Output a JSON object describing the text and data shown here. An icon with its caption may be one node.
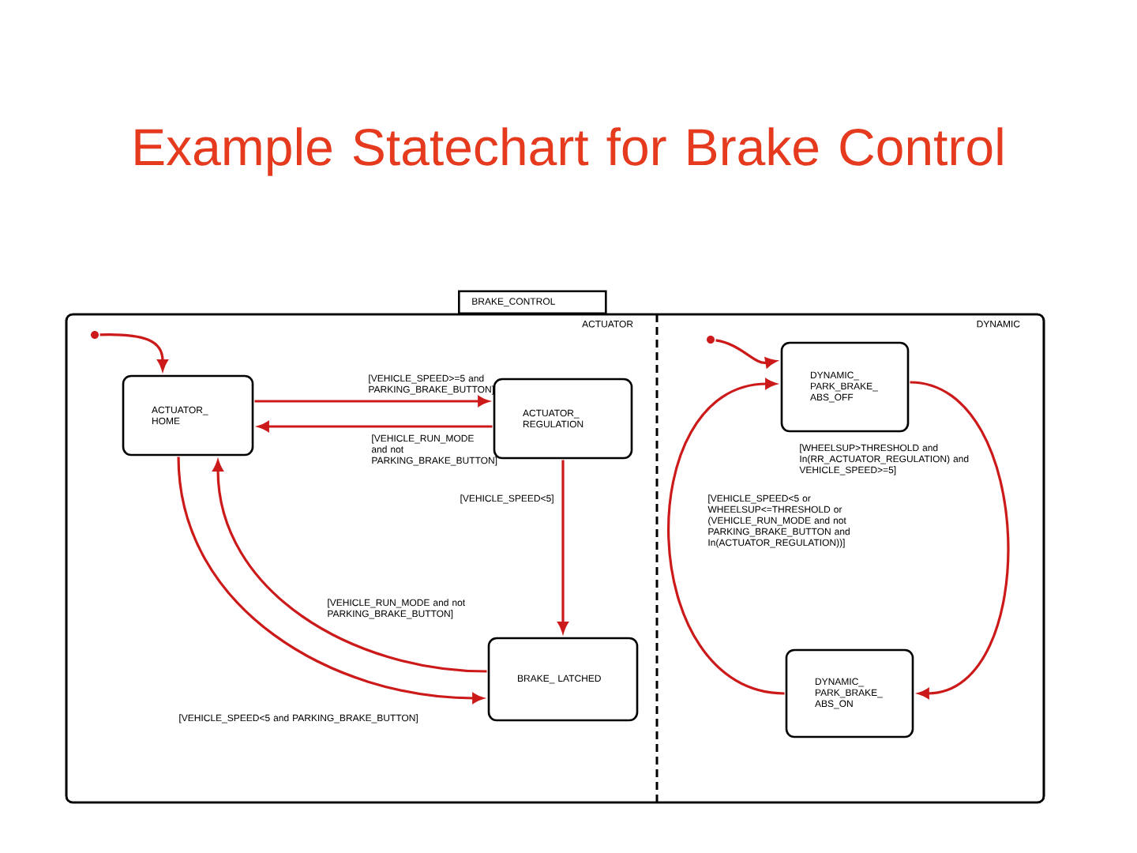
{
  "diagram": {
    "title": "Example Statechart for Brake Control",
    "nodes": [
      {
        "text": [
          "BRAKE_CONTROL"
        ]
      },
      {
        "text": [
          "ACTUATOR"
        ],
        "in": 0
      },
      {
        "text": [
          "DYNAMIC"
        ],
        "in": 0
      },
      {
        "text": [
          "ACTUATOR_ HOME"
        ],
        "in": 1
      },
      {
        "text": [
          "ACTUATOR_ REGULATION"
        ],
        "in": 1
      },
      {
        "text": [
          "BRAKE_ LATCHED"
        ],
        "in": 1
      },
      {
        "text": [
          "DYNAMIC_ PARK_BRAKE_ ABS_OFF"
        ],
        "in": 2
      },
      {
        "text": [
          "DYNAMIC_ PARK_BRAKE_ ABS_ON"
        ],
        "in": 2
      },
      {
        "text": [],
        "shape": "circle",
        "in": 1
      },
      {
        "text": [],
        "shape": "circle",
        "in": 2
      }
    ],
    "edges": [
      {
        "from": 8,
        "to": 3,
        "arrow": "to"
      },
      {
        "from": 9,
        "to": 6,
        "arrow": "to"
      },
      {
        "from": 3,
        "to": 4,
        "arrow": "to",
        "label": "[VEHICLE_SPEED>=5 and PARKING_BRAKE_BUTTON]"
      },
      {
        "from": 4,
        "to": 3,
        "arrow": "to",
        "label": "[VEHICLE_RUN_MODE and not PARKING_BRAKE_BUTTON]"
      },
      {
        "from": 4,
        "to": 5,
        "arrow": "to",
        "label": "[VEHICLE_SPEED<5]"
      },
      {
        "from": 5,
        "to": 3,
        "arrow": "to",
        "label": "[VEHICLE_RUN_MODE and not PARKING_BRAKE_BUTTON]"
      },
      {
        "from": 3,
        "to": 5,
        "arrow": "to",
        "label": "[VEHICLE_SPEED<5 and PARKING_BRAKE_BUTTON]"
      },
      {
        "from": 6,
        "to": 7,
        "arrow": "to",
        "label": "[WHEELSUP>THRESHOLD and In(RR_ACTUATOR_REGULATION) and VEHICLE_SPEED>=5]"
      },
      {
        "from": 7,
        "to": 6,
        "arrow": "to",
        "label": "[VEHICLE_SPEED<5 or WHEELSUP<=THRESHOLD or (VEHICLE_RUN_MODE and not PARKING_BRAKE_BUTTON and In(ACTUATOR_REGULATION))]"
      }
    ]
  }
}
